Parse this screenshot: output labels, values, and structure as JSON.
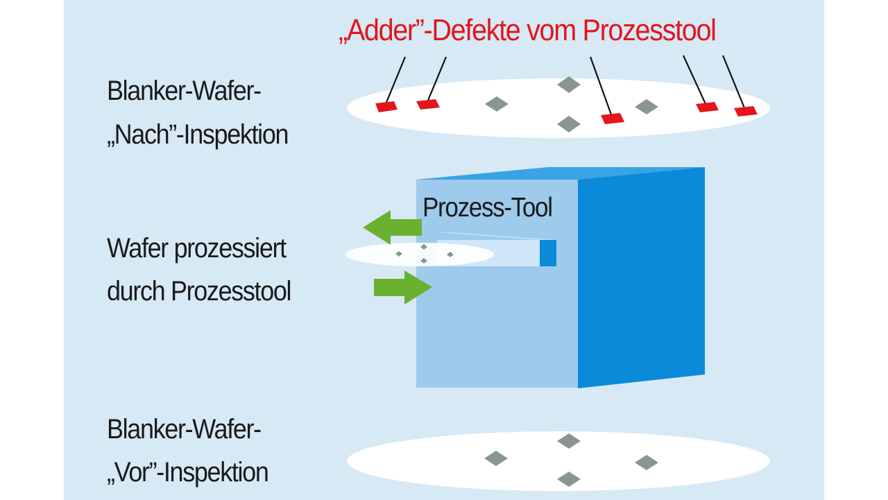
{
  "labels": {
    "adder_title": "„Adder”-Defekte vom Prozesstool",
    "after_line1": "Blanker-Wafer-",
    "after_line2": "„Nach”-Inspektion",
    "process_line1": "Wafer prozessiert",
    "process_line2": "durch Prozesstool",
    "tool_label": "Prozess-Tool",
    "before_line1": "Blanker-Wafer-",
    "before_line2": "„Vor”-Inspektion"
  },
  "colors": {
    "background": "#d7e9f5",
    "wafer": "#ffffff",
    "existing_defect": "#8a9591",
    "adder_defect": "#e3151d",
    "box_front": "#9ecaec",
    "box_side": "#0a8ad8",
    "box_top": "#3aa3e4",
    "arrow": "#6ab130",
    "title_text": "#e3151d"
  },
  "counts": {
    "adder_defects": 5,
    "existing_defects": 4
  }
}
